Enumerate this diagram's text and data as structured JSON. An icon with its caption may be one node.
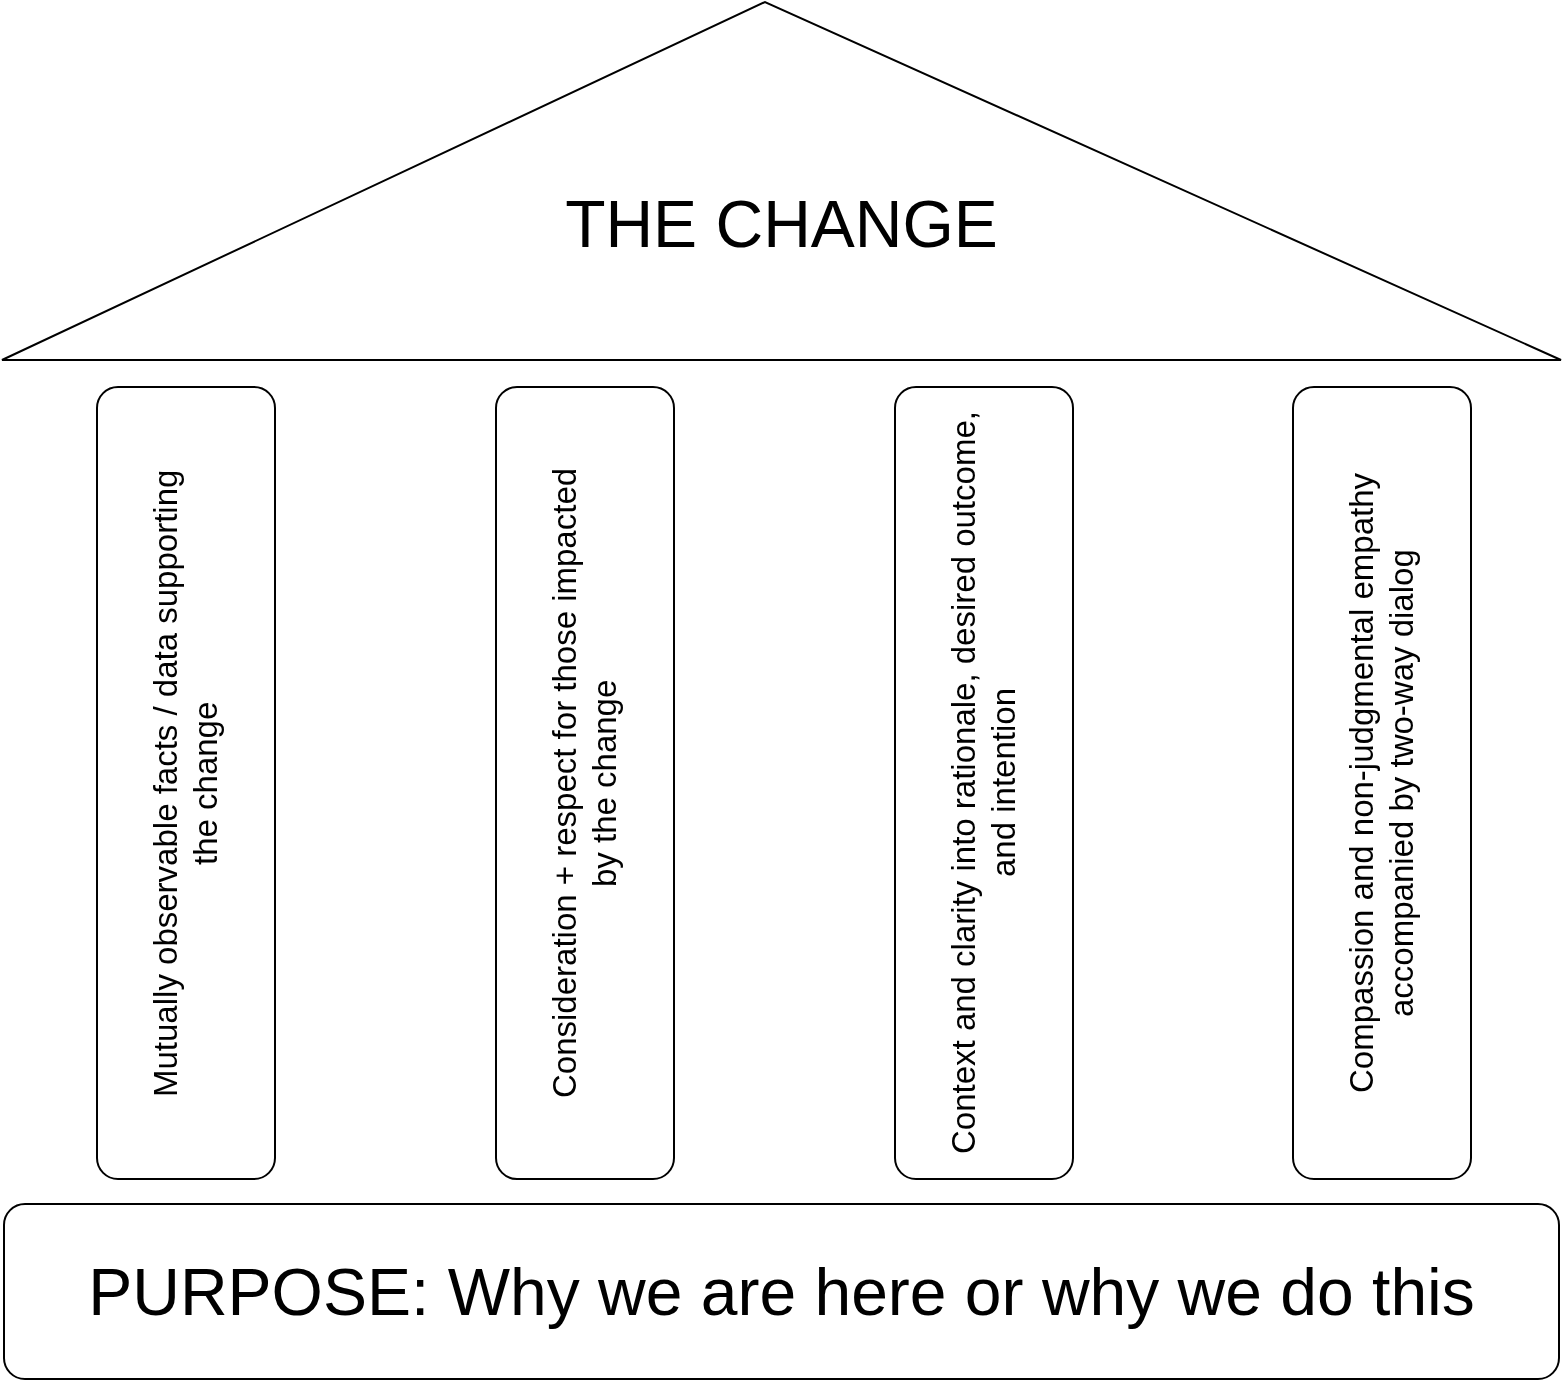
{
  "diagram": {
    "nodes": [
      {
        "text": [
          "THE CHANGE"
        ]
      },
      {
        "text": [
          "Mutually observable facts / data supporting the change"
        ]
      },
      {
        "text": [
          "Consideration + respect for those impacted by the change"
        ]
      },
      {
        "text": [
          "Context and clarity into rationale, desired outcome, and intention"
        ]
      },
      {
        "text": [
          "Compassion and non-judgmental empathy accompanied by two-way dialog"
        ]
      },
      {
        "text": [
          "PURPOSE: Why we are here or why we do this"
        ]
      }
    ]
  }
}
